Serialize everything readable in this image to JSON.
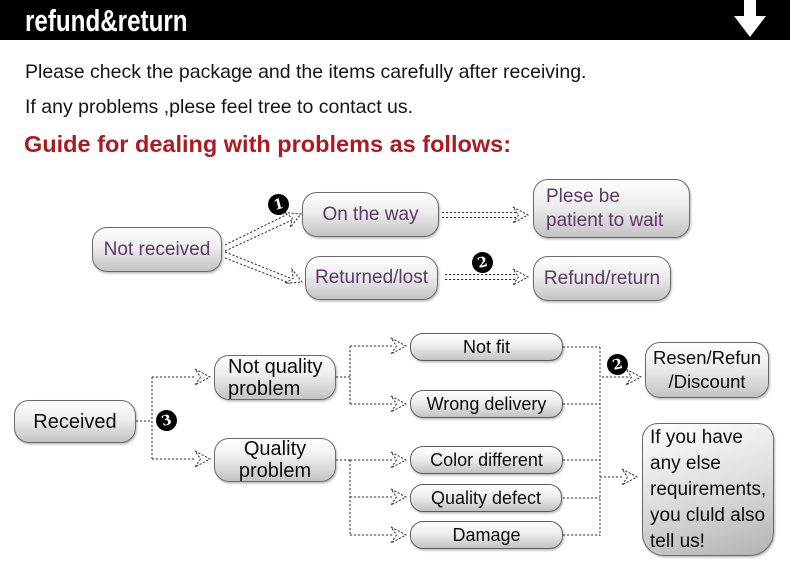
{
  "banner": {
    "title": "refund&return"
  },
  "intro": {
    "line1": "Please check the package and the items carefully after receiving.",
    "line2": "If any problems ,plese feel tree to contact us."
  },
  "heading": "Guide for dealing with problems as follows:",
  "colors": {
    "banner_bg": "#000000",
    "heading": "#b2191f",
    "purple_text": "#5b3a64"
  },
  "flow1": {
    "not_received": "Not received",
    "on_the_way": "On the way",
    "returned_lost": "Returned/lost",
    "plese_be_patient": [
      "Plese be",
      "patient to wait"
    ],
    "refund_return": "Refund/return",
    "badge1": "1",
    "badge2": "2"
  },
  "flow2": {
    "received": "Received",
    "badge3": "3",
    "not_quality_problem": [
      "Not quality",
      "problem"
    ],
    "quality_problem": [
      "Quality",
      "problem"
    ],
    "not_fit": "Not fit",
    "wrong_delivery": "Wrong delivery",
    "color_different": "Color different",
    "quality_defect": "Quality defect",
    "damage": "Damage",
    "badge2": "2",
    "resen_refun_discount": [
      "Resen/Refun",
      "/Discount"
    ],
    "if_you_have": [
      "If you have",
      "any else",
      "requirements,",
      "you cluld also",
      "tell us!"
    ]
  }
}
